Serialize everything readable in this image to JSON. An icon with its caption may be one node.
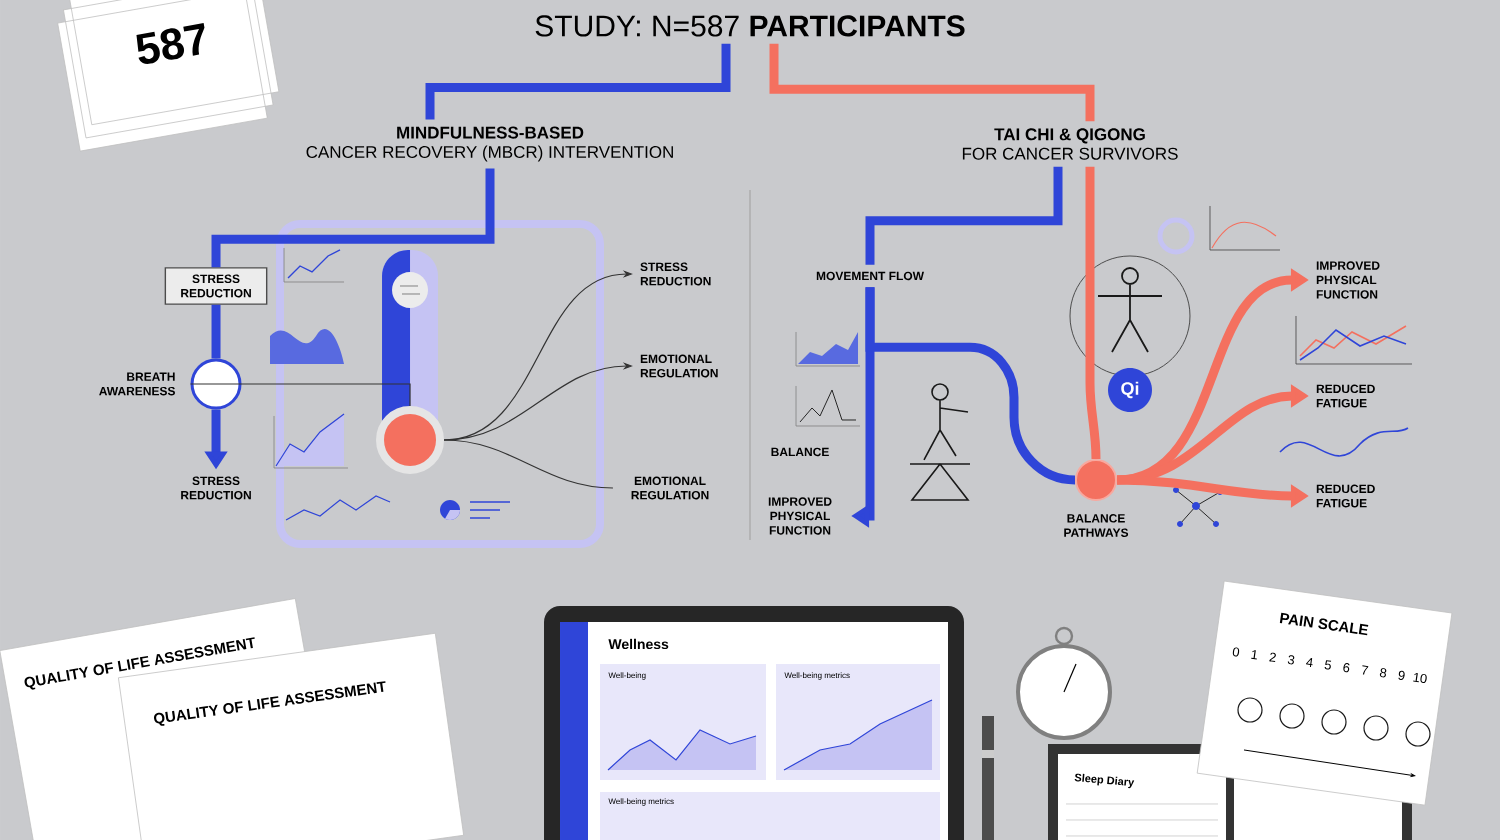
{
  "diagram": {
    "nodes": [
      {
        "text": [
          "STUDY: N=587 **PARTICIPANTS**"
        ]
      },
      {
        "text": [
          "MINDFULNESS-BASED",
          "CANCER RECOVERY (MBCR) INTERVENTION"
        ]
      },
      {
        "text": [
          "TAI CHI & QIGONG",
          "FOR CANCER SURVIVORS"
        ]
      },
      {
        "text": [
          "STRESS REDUCTION"
        ]
      },
      {
        "text": [],
        "shape": "circle",
        "beside": [
          "BREATH AWARENESS"
        ]
      },
      {
        "text": [
          "STRESS REDUCTION"
        ]
      },
      {
        "text": [],
        "shape": "circle"
      },
      {
        "text": [
          "STRESS REDUCTION"
        ]
      },
      {
        "text": [
          "EMOTIONAL REGULATION"
        ]
      },
      {
        "text": [
          "EMOTIONAL REGULATION"
        ]
      },
      {
        "text": [
          "MOVEMENT FLOW"
        ]
      },
      {
        "text": [
          "IMPROVED PHYSICAL FUNCTION"
        ]
      },
      {
        "text": [
          "Qi"
        ]
      },
      {
        "text": [],
        "shape": "circle",
        "beside": [
          "BALANCE PATHWAYS"
        ]
      },
      {
        "text": [
          "IMPROVED PHYSICAL FUNCTION"
        ]
      },
      {
        "text": [
          "REDUCED FATIGUE"
        ]
      },
      {
        "text": [
          "REDUCED FATIGUE"
        ]
      }
    ],
    "edges": [
      {
        "from": 0,
        "to": 1,
        "arrow": "none",
        "color": "#2f45d8"
      },
      {
        "from": 0,
        "to": 2,
        "arrow": "none",
        "color": "#f4705f"
      },
      {
        "from": 1,
        "to": 3,
        "arrow": "none",
        "color": "#2f45d8"
      },
      {
        "from": 3,
        "to": 4,
        "arrow": "none",
        "color": "#2f45d8"
      },
      {
        "from": 4,
        "to": 5,
        "arrow": "to",
        "color": "#2f45d8"
      },
      {
        "from": 4,
        "to": 6,
        "arrow": "none",
        "color": "#333333"
      },
      {
        "from": 6,
        "to": 7,
        "arrow": "to",
        "color": "#333333"
      },
      {
        "from": 6,
        "to": 8,
        "arrow": "to",
        "color": "#333333"
      },
      {
        "from": 6,
        "to": 9,
        "arrow": "none",
        "color": "#333333"
      },
      {
        "from": 2,
        "to": 10,
        "arrow": "none",
        "color": "#2f45d8"
      },
      {
        "from": 10,
        "to": 11,
        "arrow": "to",
        "color": "#2f45d8"
      },
      {
        "from": 10,
        "to": 13,
        "arrow": "none",
        "color": "#2f45d8"
      },
      {
        "from": 2,
        "to": 13,
        "arrow": "none",
        "color": "#f4705f"
      },
      {
        "from": 13,
        "to": 14,
        "arrow": "to",
        "color": "#f4705f"
      },
      {
        "from": 13,
        "to": 15,
        "arrow": "to",
        "color": "#f4705f"
      },
      {
        "from": 13,
        "to": 16,
        "arrow": "to",
        "color": "#f4705f"
      }
    ],
    "labels": [
      "587",
      "BALANCE",
      "QUALITY OF LIFE ASSESSMENT",
      "QUALITY OF LIFE ASSESSMENT",
      "Wellness",
      "Well-being",
      "Well-being metrics",
      "Well-being metrics",
      "PAIN SCALE",
      "0",
      "1",
      "2",
      "3",
      "4",
      "5",
      "6",
      "7",
      "8",
      "9",
      "10",
      "Sleep Diary"
    ]
  }
}
